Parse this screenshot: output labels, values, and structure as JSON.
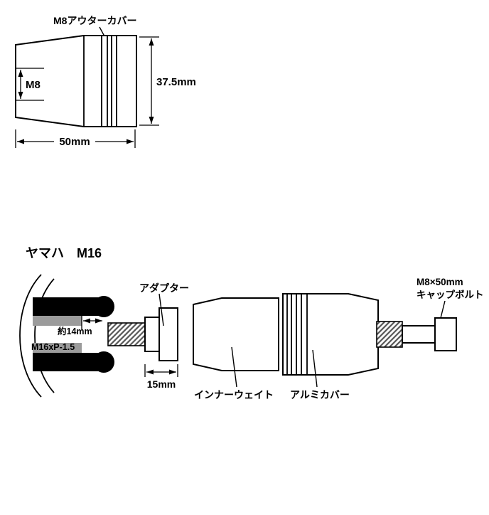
{
  "canvas": {
    "background": "#ffffff",
    "line_color": "#000000",
    "thread_fill": "#9b9b9b"
  },
  "outer_cover": {
    "label": "M8アウターカバー",
    "bore": "M8",
    "height": "37.5mm",
    "length": "50mm"
  },
  "assembly": {
    "title": "ヤマハ　M16",
    "depth": "約14mm",
    "thread_spec": "M16xP-1.5",
    "adapter": "アダプター",
    "adapter_length": "15mm",
    "inner_weight": "インナーウェイト",
    "alumi_cover": "アルミカバー",
    "cap_bolt_line1": "M8×50mm",
    "cap_bolt_line2": "キャップボルト"
  }
}
